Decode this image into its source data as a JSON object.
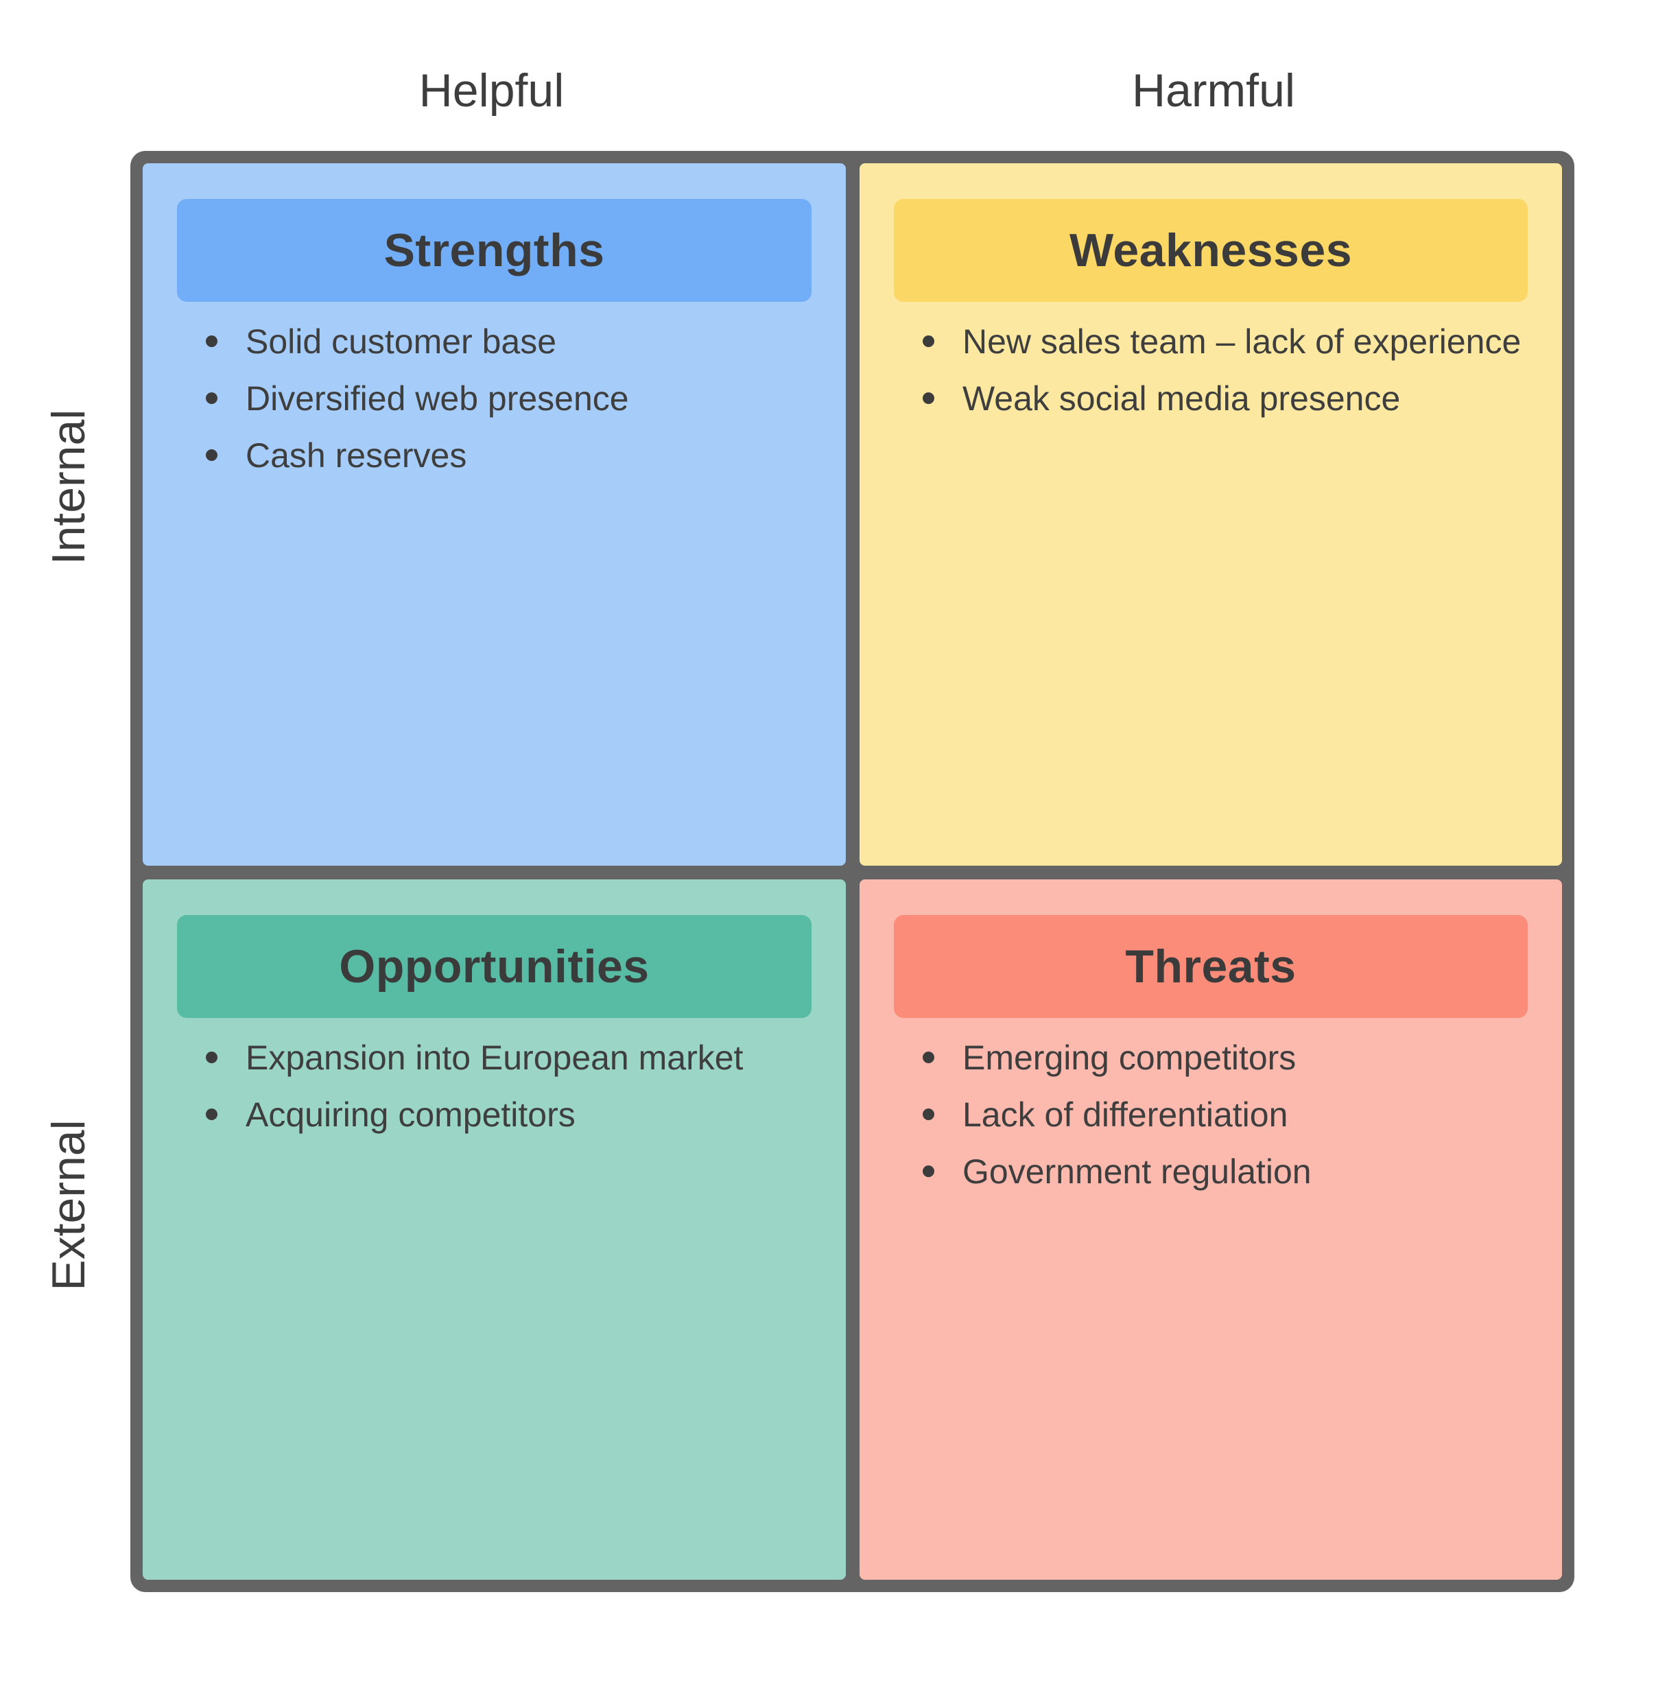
{
  "labels": {
    "helpful": "Helpful",
    "harmful": "Harmful",
    "internal": "Internal",
    "external": "External"
  },
  "colors": {
    "frame_border": "#646464",
    "axis_text": "#3d3d3d",
    "title_text": "#3b3b3b",
    "body_text": "#3e3e3e"
  },
  "quadrants": {
    "strengths": {
      "title": "Strengths",
      "bg": "#a6cdfa",
      "header_bg": "#72aef8",
      "items": [
        "Solid customer base",
        "Diversified web presence",
        "Cash reserves"
      ]
    },
    "weaknesses": {
      "title": "Weaknesses",
      "bg": "#fce8a0",
      "header_bg": "#fbd765",
      "items": [
        "New sales team – lack of experience",
        "Weak social media presence"
      ]
    },
    "opportunities": {
      "title": "Opportunities",
      "bg": "#9ad5c6",
      "header_bg": "#58bba4",
      "items": [
        "Expansion into European market",
        "Acquiring competitors"
      ]
    },
    "threats": {
      "title": "Threats",
      "bg": "#fcb9ae",
      "header_bg": "#fb8c79",
      "items": [
        "Emerging competitors",
        "Lack of differentiation",
        "Government regulation"
      ]
    }
  }
}
